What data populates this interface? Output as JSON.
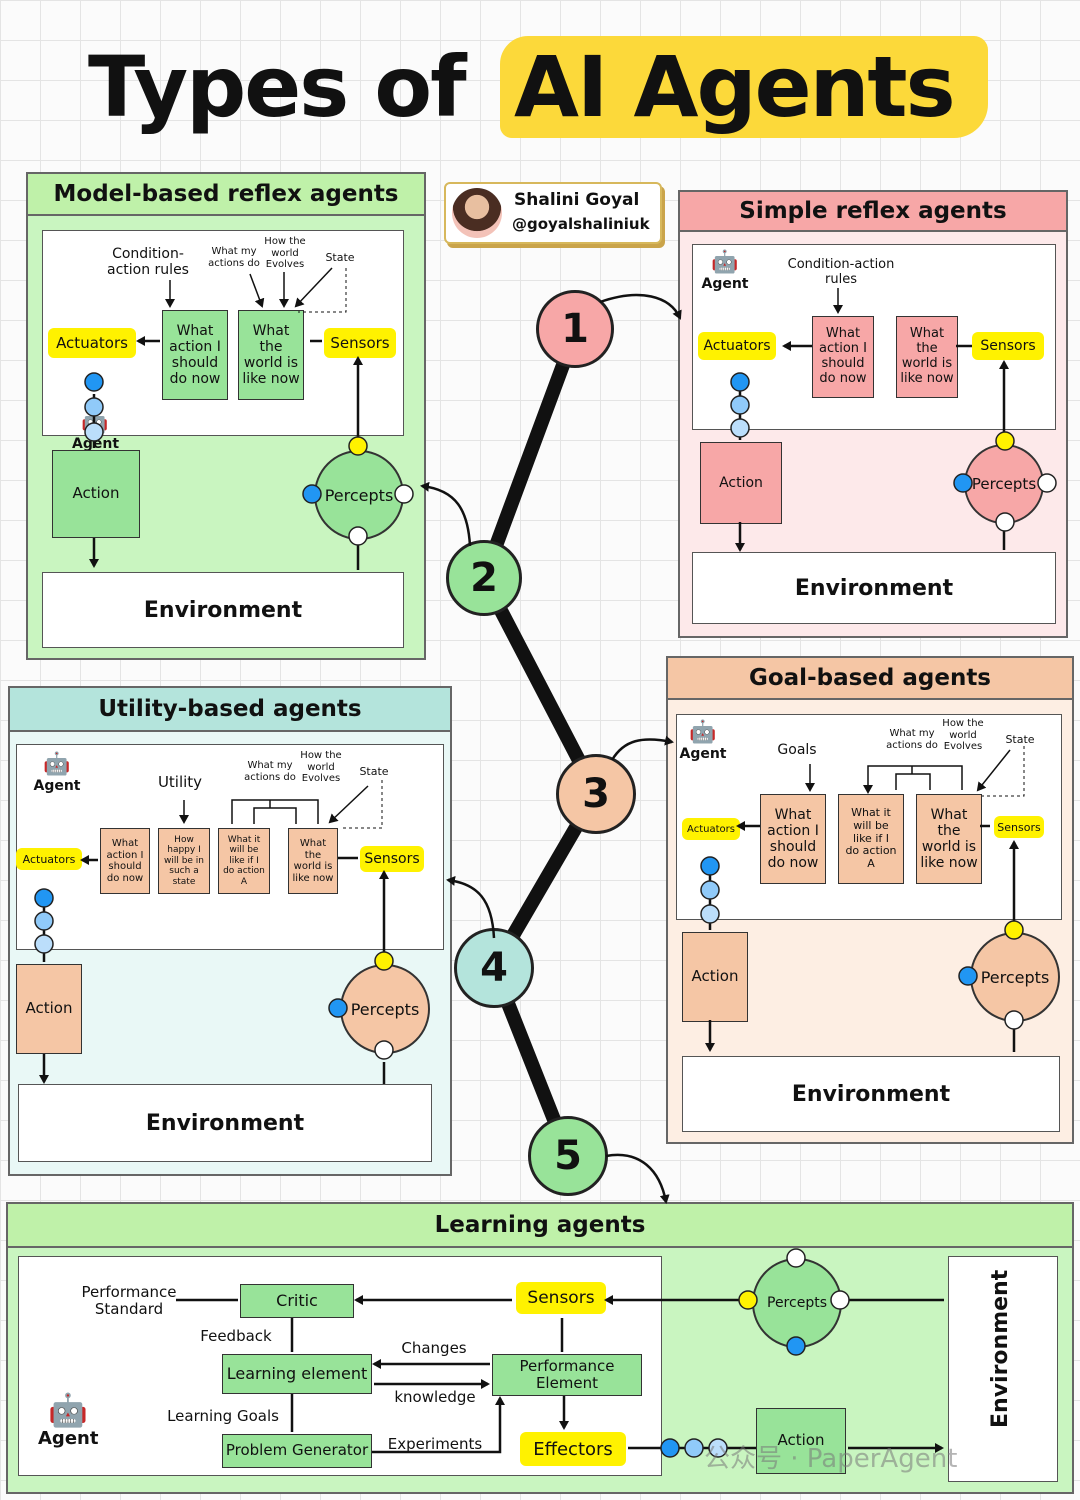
{
  "title": {
    "part1": "Types of",
    "part2": "AI Agents"
  },
  "author": {
    "name": "Shalini Goyal",
    "handle": "@goyalshaliniuk"
  },
  "numbers": [
    "1",
    "2",
    "3",
    "4",
    "5"
  ],
  "common": {
    "agent": "Agent",
    "actuators": "Actuators",
    "sensors": "Sensors",
    "action": "Action",
    "percepts": "Percepts",
    "environment": "Environment"
  },
  "model_based": {
    "title": "Model-based reflex agents",
    "condition": "Condition-\naction rules",
    "what_actions": "What my\nactions do",
    "how_world": "How the\nworld\nEvolves",
    "state": "State",
    "what_action": "What\naction I\nshould\ndo now",
    "world_now": "What\nthe\nworld is\nlike now"
  },
  "simple": {
    "title": "Simple reflex agents",
    "condition": "Condition-action\nrules",
    "what_action": "What\naction I\nshould\ndo now",
    "world_now": "What\nthe\nworld is\nlike now"
  },
  "goal": {
    "title": "Goal-based agents",
    "goals": "Goals",
    "what_actions": "What my\nactions do",
    "how_world": "How the\nworld\nEvolves",
    "state": "State",
    "what_action": "What\naction I\nshould\ndo now",
    "will_be": "What it\nwill be\nlike if I\ndo action\nA",
    "world_now": "What\nthe\nworld is\nlike now"
  },
  "utility": {
    "title": "Utility-based agents",
    "utility": "Utility",
    "what_actions": "What my\nactions do",
    "how_world": "How the\nworld\nEvolves",
    "state": "State",
    "what_action": "What\naction I\nshould\ndo now",
    "happy": "How\nhappy I\nwill be in\nsuch a\nstate",
    "will_be": "What it\nwill be\nlike if I\ndo action\nA",
    "world_now": "What\nthe\nworld is\nlike now"
  },
  "learning": {
    "title": "Learning agents",
    "performance_standard": "Performance\nStandard",
    "critic": "Critic",
    "feedback": "Feedback",
    "learning_element": "Learning element",
    "changes": "Changes",
    "knowledge": "knowledge",
    "performance_element": "Performance\nElement",
    "learning_goals": "Learning Goals",
    "problem_generator": "Problem Generator",
    "experiments": "Experiments",
    "effectors": "Effectors",
    "sensors": "Sensors",
    "percepts": "Percepts",
    "action": "Action",
    "environment": "Environment"
  },
  "watermark": {
    "text": "公众号 · PaperAgent"
  },
  "colors": {
    "green": "#c9f5c0",
    "green_inner": "#98e399",
    "red": "#f7a7a7",
    "red_bg": "#fde9ea",
    "orange": "#f5c6a5",
    "orange_bg": "#fdeee3",
    "teal": "#b4e4dc",
    "teal_bg": "#e9f8f6",
    "yellow": "#fff200",
    "blue": "#2196f3"
  }
}
